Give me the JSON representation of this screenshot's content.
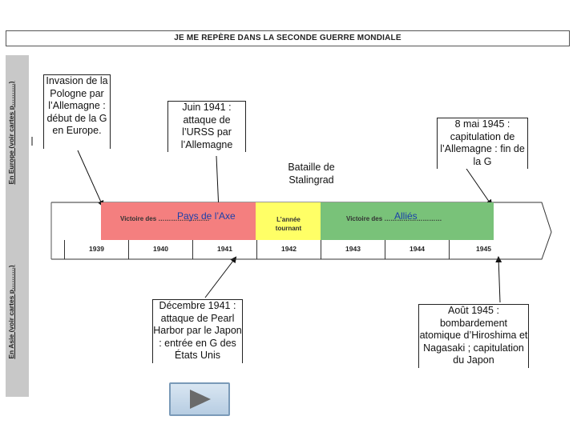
{
  "page": {
    "title": "JE ME REPÈRE DANS LA SECONDE GUERRE MONDIALE"
  },
  "side": {
    "europe_label": "En Europe (voir cartes p……….)",
    "asia_label": "En Asie (voir cartes p……….)"
  },
  "events_top": [
    {
      "text": "Invasion de la Pologne par l’Allemagne : début de la G en Europe."
    },
    {
      "text": "Juin 1941 : attaque de l’URSS par l’Allemagne"
    },
    {
      "text": "Bataille de Stalingrad"
    },
    {
      "text": "8 mai 1945 : capitulation de l’Allemagne : fin de la G"
    }
  ],
  "events_bottom": [
    {
      "text": "Décembre 1941 : attaque de Pearl Harbor par le Japon : entrée en G des États Unis"
    },
    {
      "text": "Août 1945 : bombardement atomique d’Hiroshima et Nagasaki ; capitulation du Japon"
    }
  ],
  "periods": {
    "axis_victory_label": "Victoire des ……………………",
    "axis_answer": "Pays de l’Axe",
    "turning_label": "L’année tournant",
    "allies_victory_label": "Victoire des ………………………",
    "allies_answer": "Alliés"
  },
  "colors": {
    "axis": "#f47f7f",
    "turning": "#ffff66",
    "allies": "#79c279",
    "answer_text": "#1a3faa",
    "side_bar": "#c8c8c8"
  },
  "years": [
    "1939",
    "1940",
    "1941",
    "1942",
    "1943",
    "1944",
    "1945"
  ],
  "nav": {
    "icon": "play-triangle-icon"
  }
}
